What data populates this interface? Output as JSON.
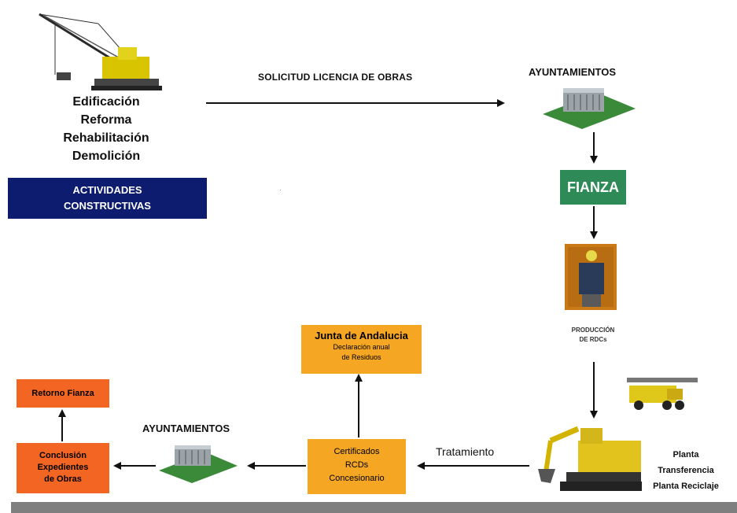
{
  "activities": {
    "items": [
      "Edificación",
      "Reforma",
      "Rehabilitación",
      "Demolición"
    ],
    "box_line1": "ACTIVIDADES",
    "box_line2": "CONSTRUCTIVAS",
    "box_color": "#0d1c6e",
    "icon": "dragline-excavator-icon"
  },
  "flow": {
    "solicitud_label": "SOLICITUD LICENCIA DE OBRAS",
    "ayuntamientos_top": "AYUNTAMIENTOS",
    "ayuntamientos_icon": "town-hall-building-icon",
    "fianza": "FIANZA",
    "fianza_color": "#2e8b57",
    "worker_icon": "construction-worker-icon",
    "produccion_line1": "PRODUCCIÓN",
    "produccion_line2": "DE RDCs",
    "plants": [
      "Planta",
      "Transferencia",
      "Planta Reciclaje"
    ],
    "truck_icon": "dump-truck-icon",
    "excavator_icon": "excavator-icon",
    "tratamiento": "Tratamiento",
    "certificados": [
      "Certificados",
      "RCDs",
      "Concesionario"
    ],
    "junta_title": "Junta de Andalucia",
    "junta_sub1": "Declaración anual",
    "junta_sub2": "de Residuos",
    "ayuntamientos_bottom": "AYUNTAMIENTOS",
    "conclusion": [
      "Conclusión",
      "Expedientes",
      "de Obras"
    ],
    "retorno": "Retorno Fianza",
    "orange_light": "#f5a623",
    "orange_dark": "#f26522"
  }
}
